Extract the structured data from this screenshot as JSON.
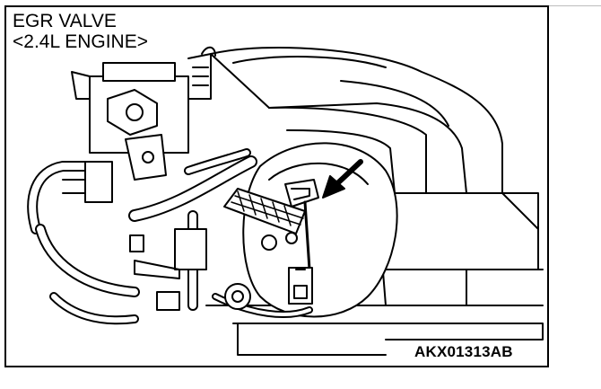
{
  "figure": {
    "title_line1": "EGR VALVE",
    "title_line2": "<2.4L ENGINE>",
    "reference_code": "AKX01313AB"
  },
  "colors": {
    "ink": "#000000",
    "paper": "#ffffff",
    "shade": "#d9d9d9"
  },
  "icons": {
    "pointer": "arrow-icon"
  }
}
